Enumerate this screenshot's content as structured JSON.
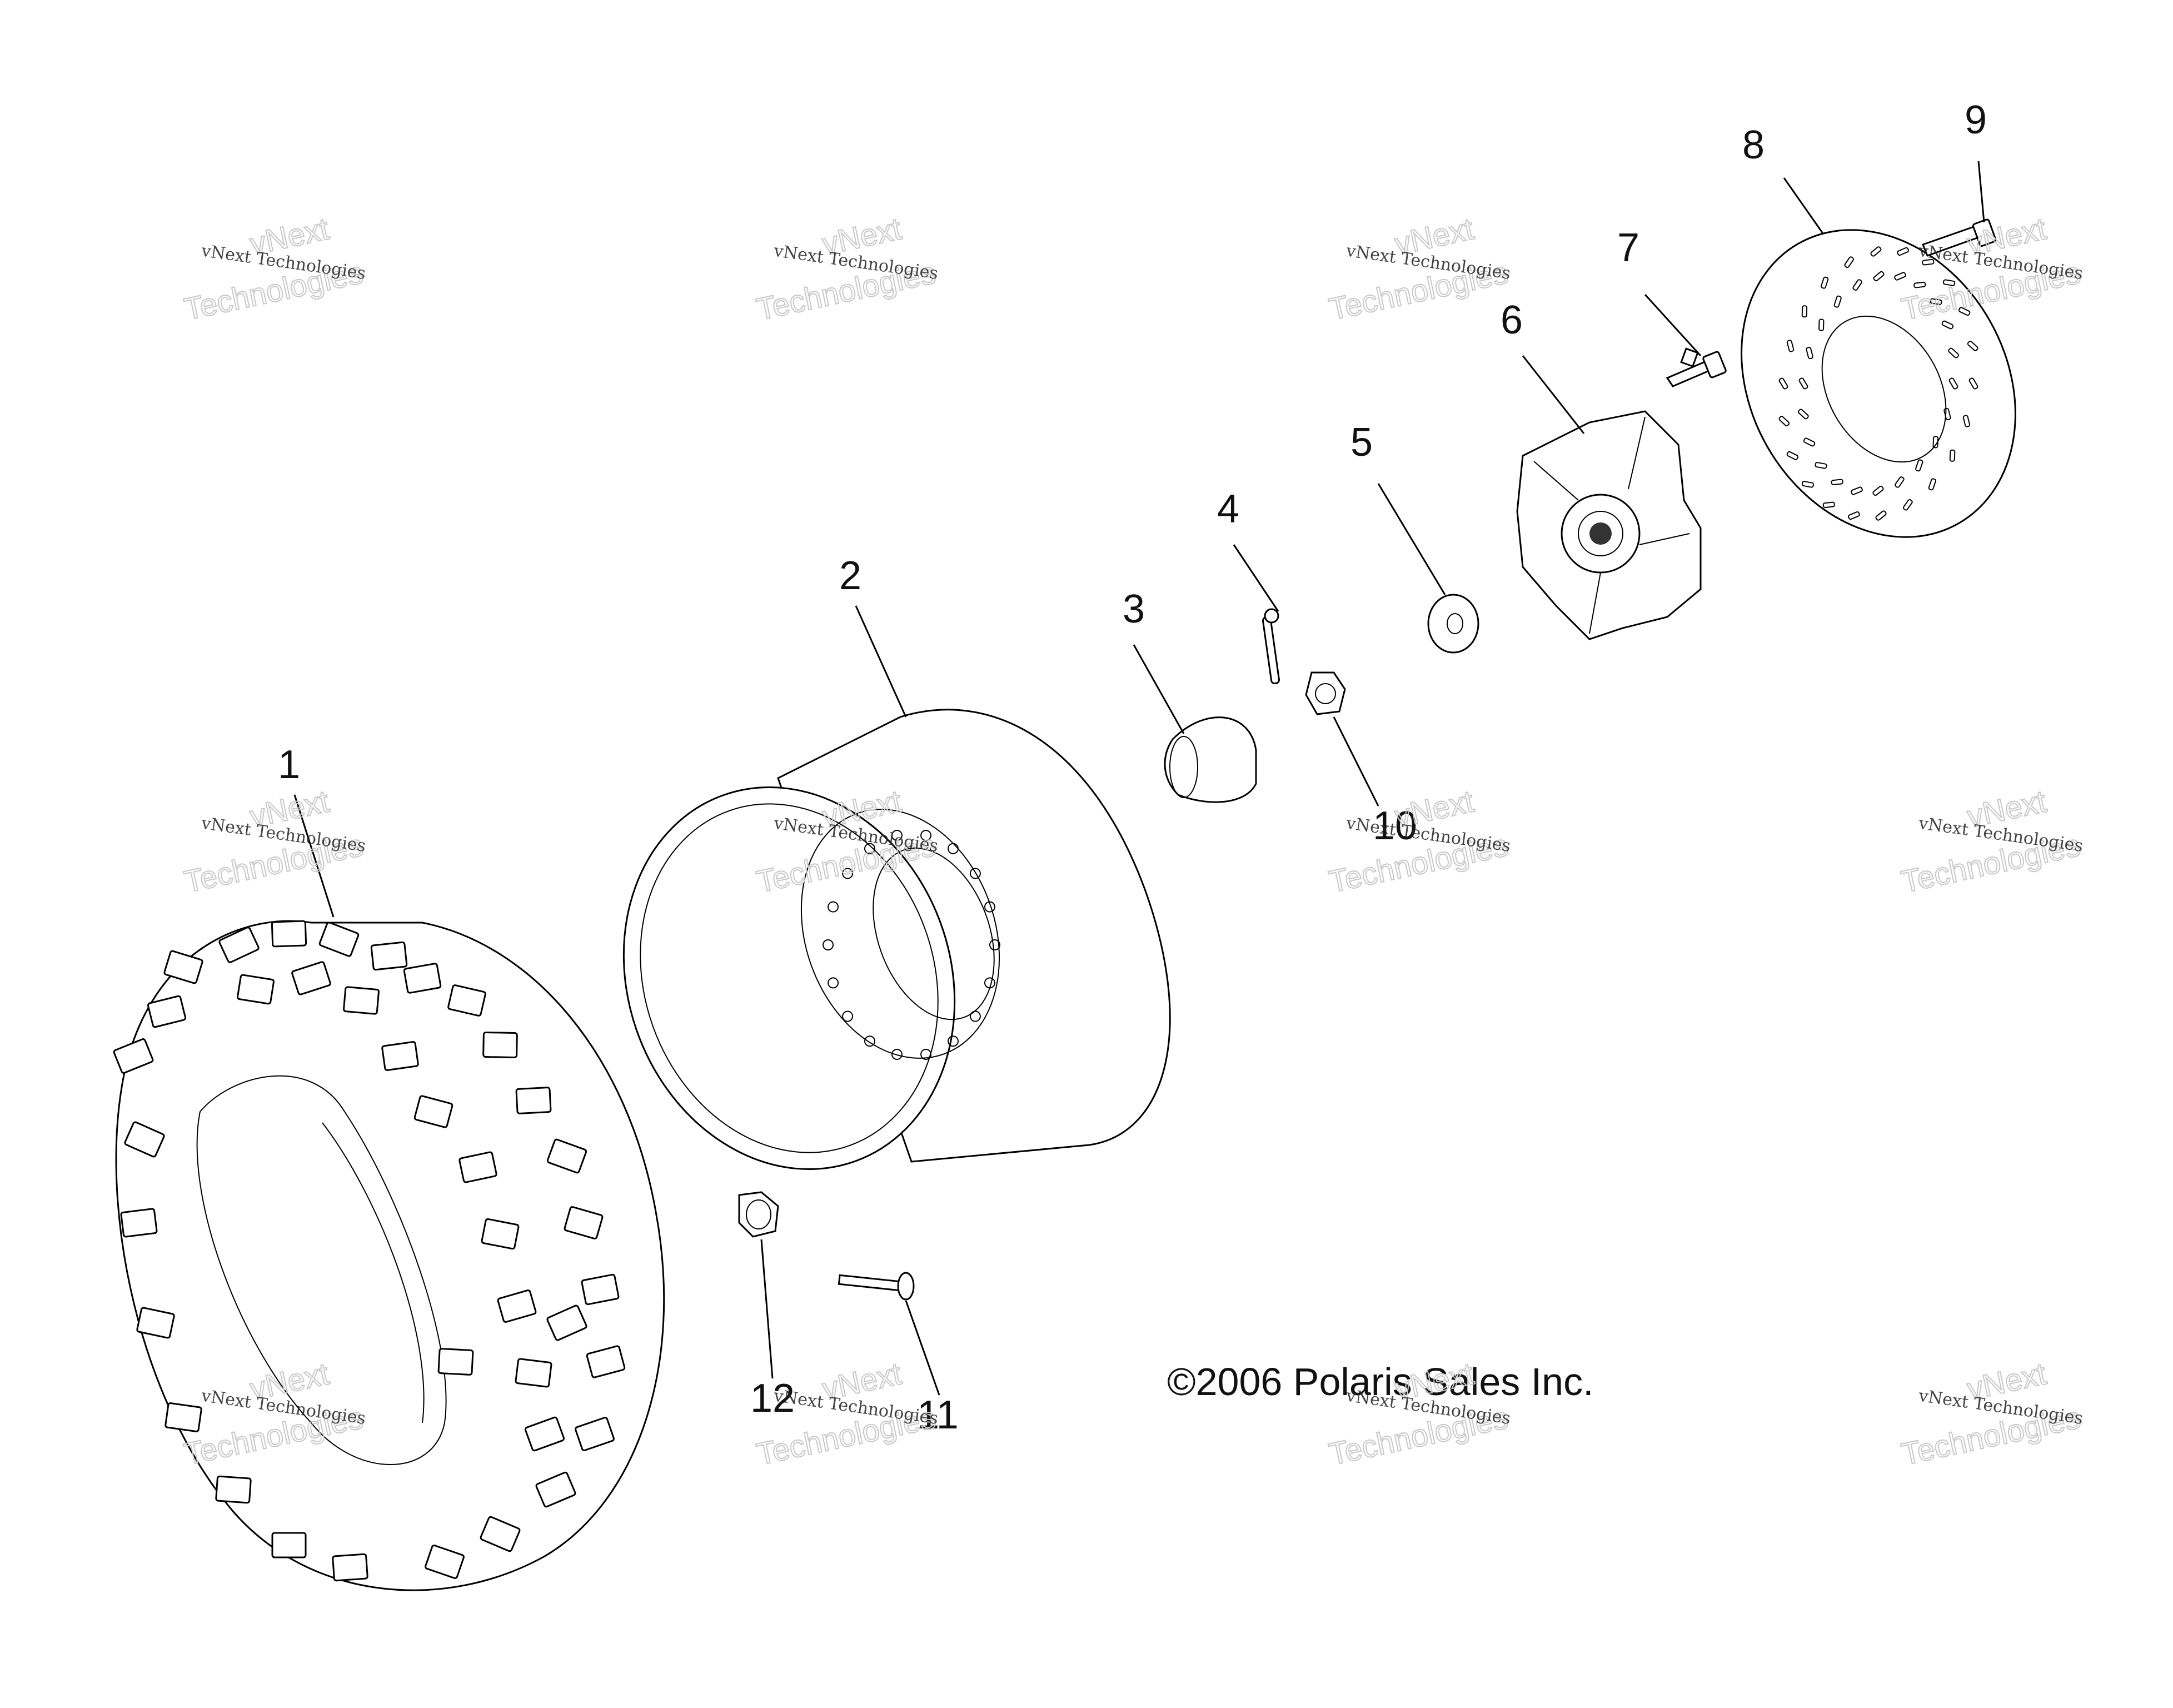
{
  "callouts": [
    "1",
    "2",
    "3",
    "4",
    "5",
    "6",
    "7",
    "8",
    "9",
    "10",
    "11",
    "12"
  ],
  "copyright": "©2006 Polaris Sales Inc.",
  "watermark": {
    "line1": "vNext Technologies",
    "line2": "vNext",
    "line3": "Technologies"
  }
}
